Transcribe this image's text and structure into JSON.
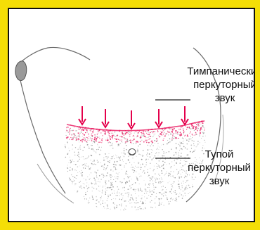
{
  "labels": {
    "tympanic": {
      "line1": "Тимпанический",
      "line2": "перкуторный",
      "line3": "звук"
    },
    "dull": {
      "line1": "Тупой",
      "line2": "перкуторный",
      "line3": "звук"
    }
  },
  "colors": {
    "frame": "#F4DE07",
    "panel": "#ffffff",
    "border": "#111111",
    "arrows": "#E4004B",
    "dull_zone_stipple": "#8A8A8A",
    "boundary": "#E8105A"
  },
  "arrow_count": 5
}
